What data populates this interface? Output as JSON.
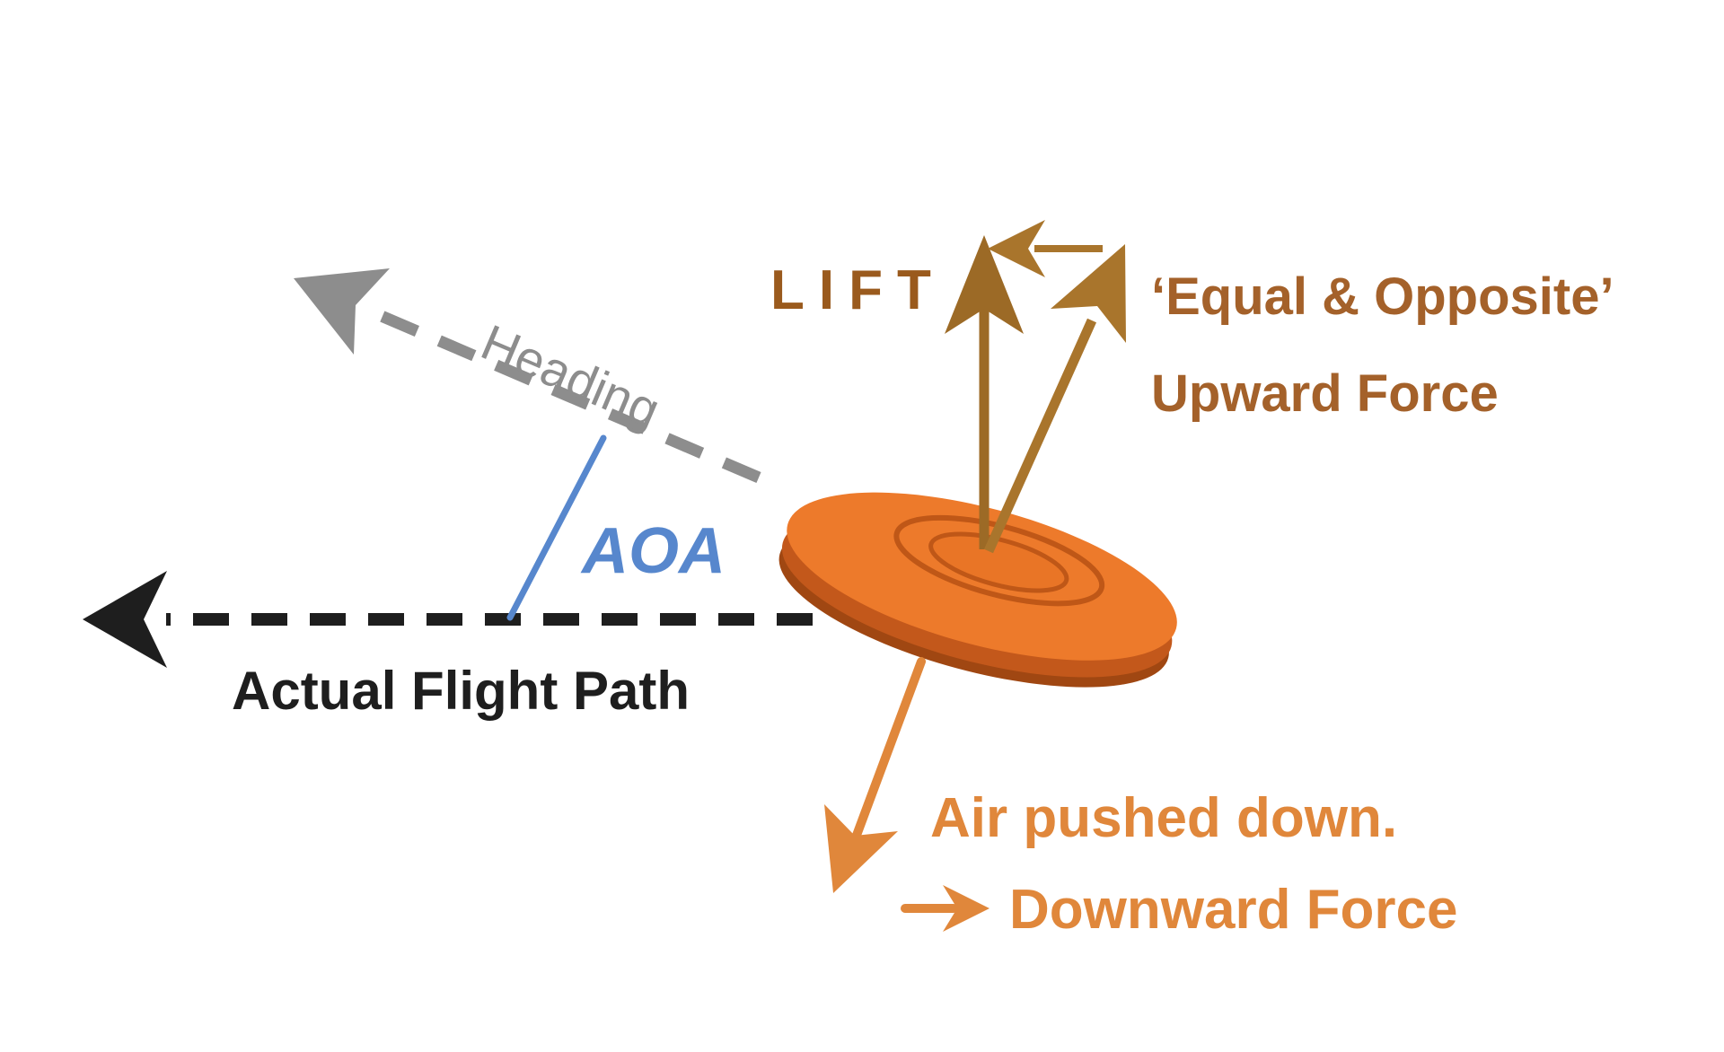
{
  "diagram": {
    "description": "Frisbee angle-of-attack aerodynamics diagram",
    "background": "#ffffff",
    "labels": {
      "lift": "LIFT",
      "equal_opposite_line1": "‘Equal & Opposite’",
      "equal_opposite_line2": "Upward Force",
      "heading": "Heading",
      "aoa": "AOA",
      "flight_path": "Actual Flight Path",
      "air_pushed_line1": "Air pushed down.",
      "air_pushed_line2": "Downward Force"
    },
    "colors": {
      "background": "#ffffff",
      "lift_text": "#9a5a1d",
      "lift_arrow": "#9c6a26",
      "upward_arrow": "#a9752c",
      "equal_opposite_text": "#a4612a",
      "heading_gray": "#8d8d8d",
      "aoa_blue": "#5787cd",
      "flight_path_black": "#1e1e1e",
      "downward_orange": "#e0873b",
      "frisbee_face": "#ed7a2b",
      "frisbee_rim": "#c3581b",
      "frisbee_deep": "#a04712",
      "frisbee_ring": "#bf5717",
      "frisbee_center": "#e97526"
    }
  }
}
